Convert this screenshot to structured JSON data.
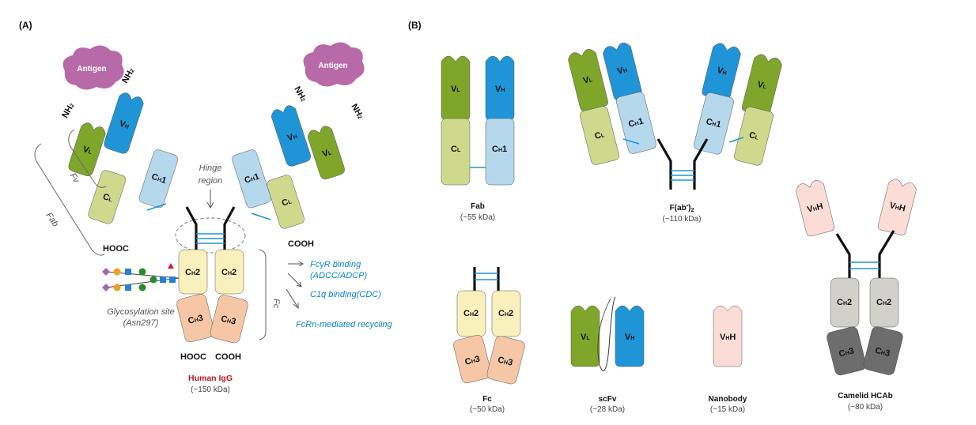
{
  "panels": {
    "a": "(A)",
    "b": "(B)"
  },
  "labels": {
    "antigen": "Antigen",
    "nh2": "NH",
    "nh2_sub": "2",
    "vl_main": "V",
    "vl_sub": "L",
    "vh_main": "V",
    "vh_sub": "H",
    "cl_main": "C",
    "cl_sub": "L",
    "ch1_main": "C",
    "ch1_sub": "H",
    "ch1_num": "1",
    "ch2_num": "2",
    "ch3_num": "3",
    "vhh_sub": "H",
    "vhh_tail": "H",
    "hooc": "HOOC",
    "cooh": "COOH"
  },
  "annotations": {
    "fv": "Fv",
    "fab": "Fab",
    "fc": "Fc",
    "hinge_line1": "Hinge",
    "hinge_line2": "region",
    "glyco_line1": "Glycosylation site",
    "glyco_line2": "(Asn297)"
  },
  "functions": {
    "fcr_line1": "FcγR binding",
    "fcr_line2": "(ADCC/ADCP)",
    "c1q": "C1q binding(CDC)",
    "fcrn": "FcRn-mediated recycling"
  },
  "igg": {
    "name": "Human IgG",
    "mass": "(~150 kDa)"
  },
  "fragments": {
    "fab": {
      "name": "Fab",
      "mass": "(~55 kDa)"
    },
    "fab2": {
      "name": "F(ab')",
      "sub": "2",
      "mass": "(~110 kDa)"
    },
    "fc": {
      "name": "Fc",
      "mass": "(~50 kDa)"
    },
    "scfv": {
      "name": "scFv",
      "mass": "(~28 kDa)"
    },
    "nanobody": {
      "name": "Nanobody",
      "mass": "(~15 kDa)"
    },
    "hcab": {
      "name": "Camelid HCAb",
      "mass": "(~80 kDa)"
    }
  },
  "colors": {
    "vl": "#7fa62a",
    "vh": "#1f95d8",
    "cl": "#cfd98e",
    "ch1": "#b6d8ec",
    "ch2": "#f8f1bd",
    "ch3": "#f6c7a6",
    "vhh": "#fbdcd6",
    "hcab_ch2": "#d2d0cb",
    "hcab_ch3": "#6d6d6d",
    "antigen": "#b86aa8",
    "bridge": "#1f95d8",
    "accent_text": "#0b86c8",
    "igg_name": "#c0161d"
  }
}
